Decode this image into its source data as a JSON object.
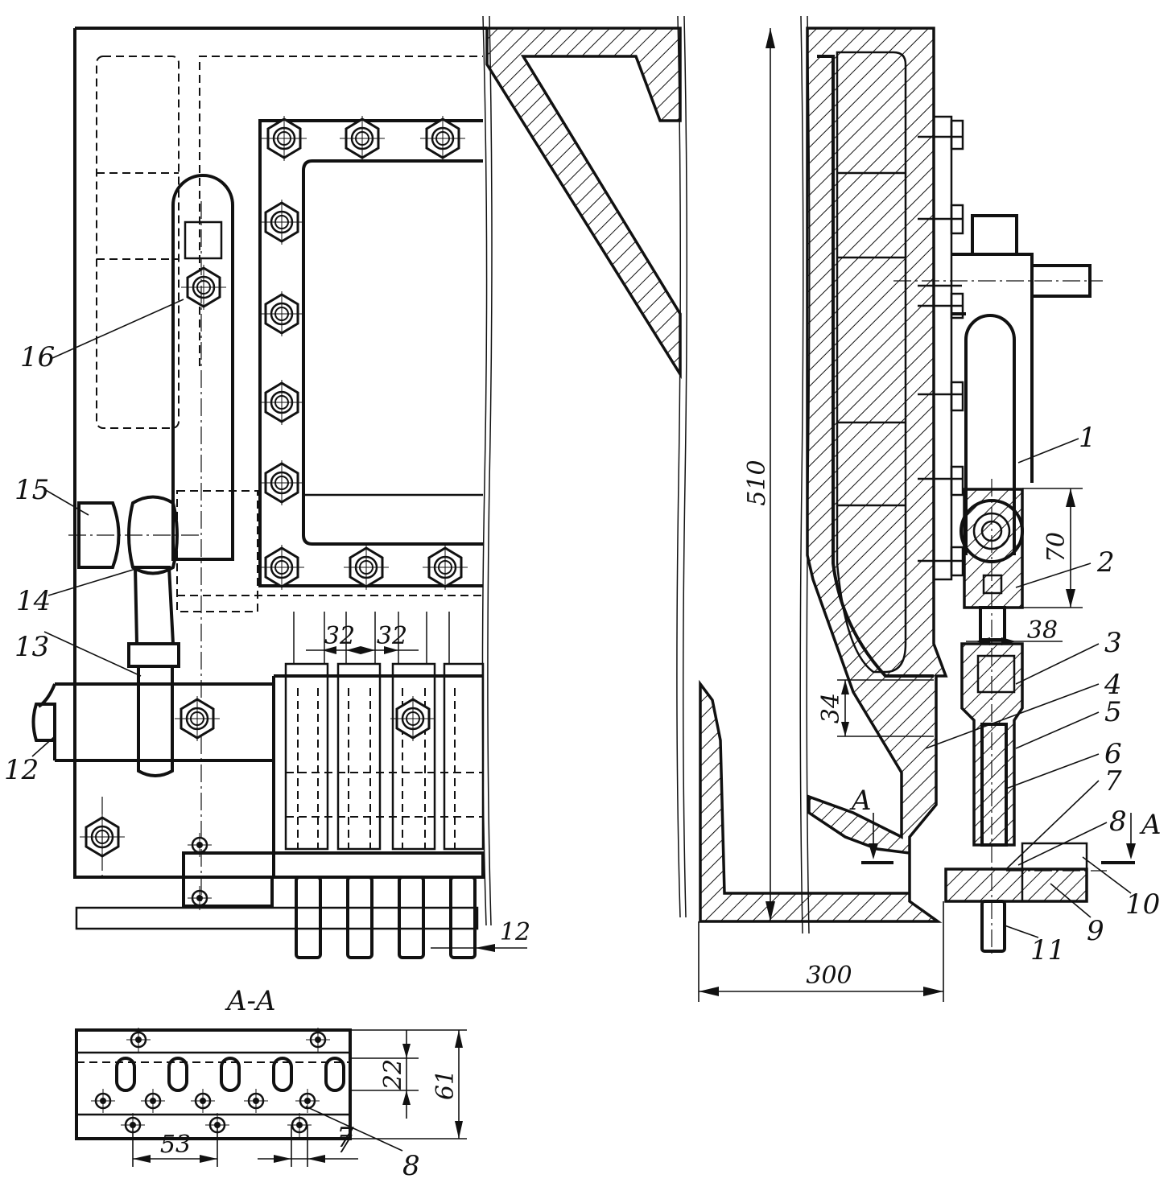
{
  "callouts": [
    "1",
    "2",
    "3",
    "4",
    "5",
    "6",
    "7",
    "8",
    "9",
    "10",
    "11",
    "12",
    "13",
    "14",
    "15",
    "16"
  ],
  "section_label": "A",
  "section_title": "A-A",
  "dimensions": {
    "d510": "510",
    "d300": "300",
    "d70": "70",
    "d38": "38",
    "d34": "34",
    "d32a": "32",
    "d32b": "32",
    "d12": "12",
    "d22": "22",
    "d61": "61",
    "d53": "53",
    "d7": "7"
  },
  "section_callouts": {
    "c7": "7",
    "c8": "8"
  }
}
